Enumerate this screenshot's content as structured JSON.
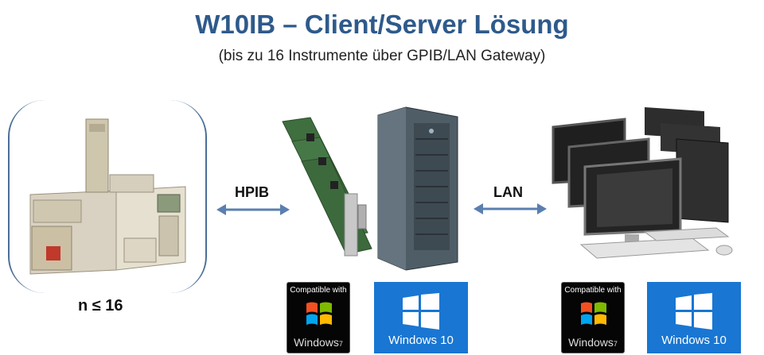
{
  "title": "W10IB – Client/Server Lösung",
  "subtitle": "(bis zu 16 Instrumente über GPIB/LAN Gateway)",
  "connections": [
    {
      "label": "HPIB"
    },
    {
      "label": "LAN"
    }
  ],
  "instrument_count_label": "n ≤ 16",
  "badges": {
    "win7_top": "Compatible with",
    "win7_name": "Windows",
    "win7_version": "7",
    "win10_name": "Windows 10"
  },
  "colors": {
    "title": "#2e5a8c",
    "bracket": "#4a6f9a",
    "arrow": "#5a7fb0",
    "win10_tile": "#1976d2",
    "win7_badge": "#050505"
  },
  "icons": [
    "gas-chromatograph-icon",
    "gpib-cards-icon",
    "tower-server-icon",
    "client-workstations-icon",
    "windows-logo-icon"
  ]
}
